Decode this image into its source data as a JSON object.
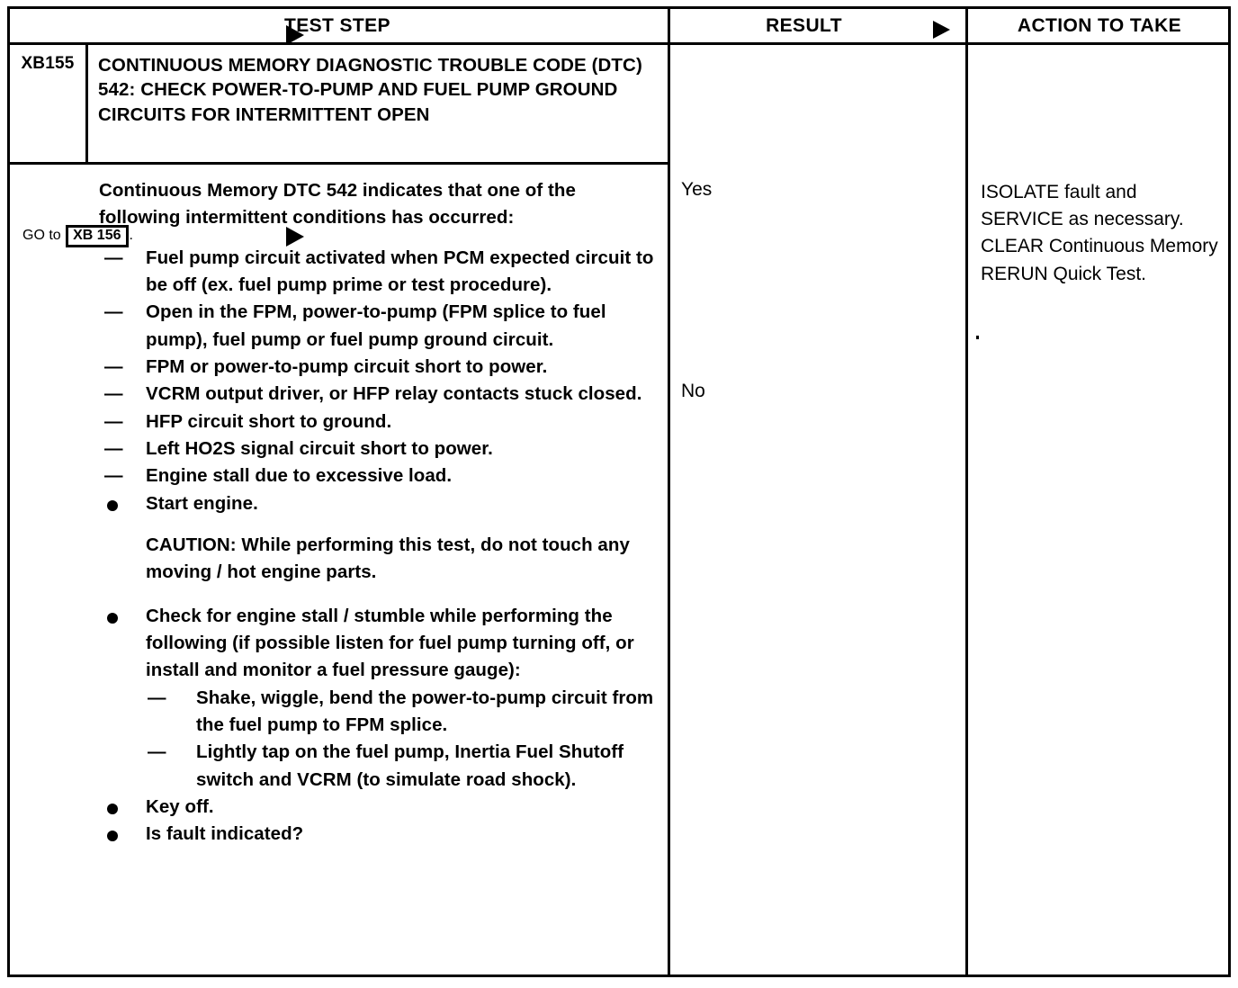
{
  "table": {
    "headers": {
      "test_step": "TEST STEP",
      "result": "RESULT",
      "action": "ACTION TO TAKE",
      "arrow_icon": "right-triangle-icon"
    },
    "step": {
      "code": "XB155",
      "title": "CONTINUOUS MEMORY DIAGNOSTIC TROUBLE CODE (DTC) 542: CHECK POWER-TO-PUMP AND FUEL PUMP GROUND CIRCUITS FOR INTERMITTENT OPEN",
      "intro": "Continuous Memory DTC 542 indicates that one of the following intermittent conditions has occurred:",
      "conditions": [
        "Fuel pump circuit activated when PCM expected circuit to be off (ex. fuel pump prime or test procedure).",
        "Open in the FPM, power-to-pump (FPM splice to fuel pump), fuel pump or fuel pump ground circuit.",
        "FPM or power-to-pump circuit short to power.",
        "VCRM output driver, or HFP relay contacts stuck closed.",
        "HFP circuit short to ground.",
        "Left HO2S signal circuit short to power.",
        "Engine stall due to excessive load."
      ],
      "bullet_start": "Start engine.",
      "caution": "CAUTION: While performing this test, do not touch any moving / hot engine parts.",
      "bullet_check": "Check for engine stall / stumble while performing the following (if possible listen for fuel pump turning off, or install and monitor a fuel pressure gauge):",
      "sub_steps": [
        "Shake, wiggle, bend the power-to-pump circuit from the fuel pump to FPM splice.",
        "Lightly tap on the fuel pump, Inertia Fuel Shutoff switch and VCRM (to simulate road shock)."
      ],
      "bullet_keyoff": "Key off.",
      "bullet_question": "Is fault indicated?",
      "dash_marker": "—",
      "dot_marker": "•"
    },
    "results": [
      {
        "label": "Yes",
        "arrow_icon": "right-triangle-icon"
      },
      {
        "label": "No",
        "arrow_icon": "right-triangle-icon"
      }
    ],
    "actions": {
      "yes": "ISOLATE fault and SERVICE as necessary. CLEAR Continuous Memory RERUN Quick Test.",
      "no_prefix": "GO to ",
      "no_code": "XB 156",
      "no_suffix": "."
    }
  },
  "colors": {
    "ink": "#000000",
    "paper": "#ffffff"
  }
}
